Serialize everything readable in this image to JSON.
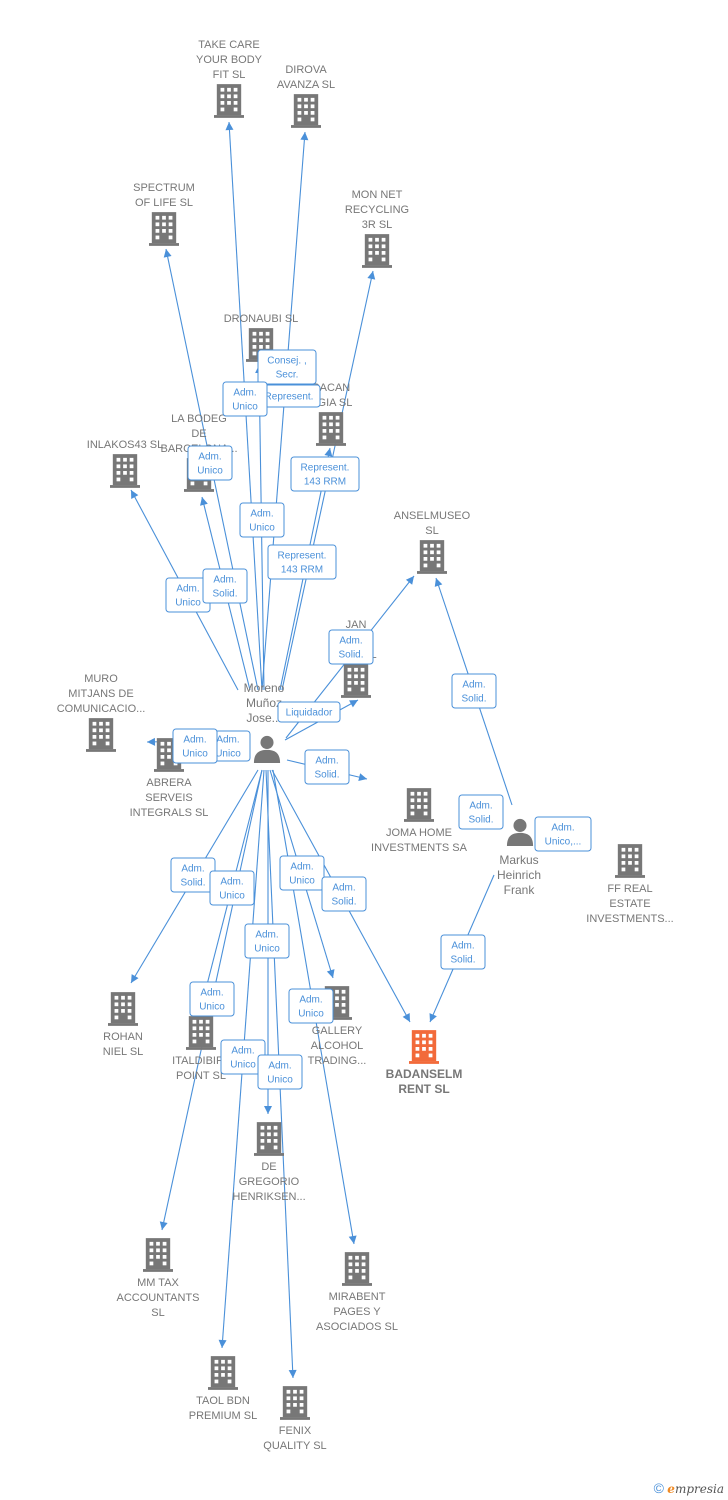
{
  "colors": {
    "edge": "#4a90d9",
    "node": "#777777",
    "focus": "#f26a3a"
  },
  "brand": {
    "copyright": "©",
    "logo_initial": "e",
    "logo_rest": "mpresia"
  },
  "people": [
    {
      "id": "moreno",
      "lines": [
        "Moreno",
        "Muñoz",
        "Jose..."
      ]
    },
    {
      "id": "markus",
      "lines": [
        "Markus",
        "Heinrich",
        "Frank"
      ]
    }
  ],
  "companies": [
    {
      "id": "takecare",
      "lines": [
        "TAKE CARE",
        "YOUR BODY",
        "FIT  SL"
      ]
    },
    {
      "id": "dirova",
      "lines": [
        "DIROVA",
        "AVANZA  SL"
      ]
    },
    {
      "id": "spectrum",
      "lines": [
        "SPECTRUM",
        "OF LIFE  SL"
      ]
    },
    {
      "id": "monnet",
      "lines": [
        "MON NET",
        "RECYCLING",
        "3R  SL"
      ]
    },
    {
      "id": "dronaubi",
      "lines": [
        "DRONAUBI  SL"
      ]
    },
    {
      "id": "racan",
      "lines": [
        "RACAN",
        "RGIA SL"
      ]
    },
    {
      "id": "bodega",
      "lines": [
        "LA BODEG",
        "DE",
        "BARCELONA..."
      ]
    },
    {
      "id": "inlakos",
      "lines": [
        "INLAKOS43  SL"
      ]
    },
    {
      "id": "anselmuseo",
      "lines": [
        "ANSELMUSEO",
        "SL"
      ]
    },
    {
      "id": "jan",
      "lines": [
        "JAN",
        "H      EN",
        "AR        T  SL"
      ]
    },
    {
      "id": "muro",
      "lines": [
        "MURO",
        "MITJANS DE",
        "COMUNICACIO..."
      ]
    },
    {
      "id": "abrera",
      "lines": [
        "ABRERA",
        "SERVEIS",
        "INTEGRALS  SL"
      ]
    },
    {
      "id": "joma",
      "lines": [
        "JOMA HOME",
        "INVESTMENTS SA"
      ]
    },
    {
      "id": "ffreal",
      "lines": [
        "FF REAL",
        "ESTATE",
        "INVESTMENTS..."
      ]
    },
    {
      "id": "rohan",
      "lines": [
        "ROHAN",
        "NIEL  SL"
      ]
    },
    {
      "id": "italdibipa",
      "lines": [
        "ITALDIBIPA",
        "POINT  SL"
      ]
    },
    {
      "id": "gallery",
      "lines": [
        "GALLERY",
        "ALCOHOL",
        "TRADING..."
      ]
    },
    {
      "id": "badanselm",
      "lines": [
        "BADANSELM",
        "RENT  SL"
      ],
      "focus": true
    },
    {
      "id": "degregorio",
      "lines": [
        "DE",
        "GREGORIO",
        "HENRIKSEN..."
      ]
    },
    {
      "id": "mmtax",
      "lines": [
        "MM TAX",
        "ACCOUNTANTS",
        "SL"
      ]
    },
    {
      "id": "mirabent",
      "lines": [
        "MIRABENT",
        "PAGES Y",
        "ASOCIADOS SL"
      ]
    },
    {
      "id": "taol",
      "lines": [
        "TAOL BDN",
        "PREMIUM  SL"
      ]
    },
    {
      "id": "fenix",
      "lines": [
        "FENIX",
        "QUALITY  SL"
      ]
    }
  ],
  "roles": [
    {
      "id": "r_consej",
      "lines": [
        "Consej. ,",
        "Secr."
      ]
    },
    {
      "id": "r_repr1",
      "lines": [
        "Represent."
      ]
    },
    {
      "id": "r_adm_dron",
      "lines": [
        "Adm.",
        "Unico"
      ]
    },
    {
      "id": "r_adm_bod",
      "lines": [
        "Adm.",
        "Unico"
      ]
    },
    {
      "id": "r_repr_rac",
      "lines": [
        "Represent.",
        "143 RRM"
      ]
    },
    {
      "id": "r_adm_mid",
      "lines": [
        "Adm.",
        "Unico"
      ]
    },
    {
      "id": "r_repr_mon",
      "lines": [
        "Represent.",
        "143 RRM"
      ]
    },
    {
      "id": "r_adm_inl",
      "lines": [
        "Adm.",
        "Unico"
      ]
    },
    {
      "id": "r_sol_bod",
      "lines": [
        "Adm.",
        "Solid."
      ]
    },
    {
      "id": "r_sol_jan",
      "lines": [
        "Adm.",
        "Solid."
      ]
    },
    {
      "id": "r_liq",
      "lines": [
        "Liquidador"
      ]
    },
    {
      "id": "r_adm_abr2",
      "lines": [
        "Adm.",
        "Unico"
      ]
    },
    {
      "id": "r_adm_abr",
      "lines": [
        "Adm.",
        "Unico"
      ]
    },
    {
      "id": "r_sol_joma",
      "lines": [
        "Adm.",
        "Solid."
      ]
    },
    {
      "id": "r_sol_ans",
      "lines": [
        "Adm.",
        "Solid."
      ]
    },
    {
      "id": "r_sol_mk",
      "lines": [
        "Adm.",
        "Solid."
      ]
    },
    {
      "id": "r_unico_ff",
      "lines": [
        "Adm.",
        "Unico,..."
      ]
    },
    {
      "id": "r_sol_roh",
      "lines": [
        "Adm.",
        "Solid."
      ]
    },
    {
      "id": "r_adm_ital",
      "lines": [
        "Adm.",
        "Unico"
      ]
    },
    {
      "id": "r_adm_gal",
      "lines": [
        "Adm.",
        "Unico"
      ]
    },
    {
      "id": "r_sol_bad",
      "lines": [
        "Adm.",
        "Solid."
      ]
    },
    {
      "id": "r_adm_deg",
      "lines": [
        "Adm.",
        "Unico"
      ]
    },
    {
      "id": "r_adm_mm",
      "lines": [
        "Adm.",
        "Unico"
      ]
    },
    {
      "id": "r_adm_mir",
      "lines": [
        "Adm.",
        "Unico"
      ]
    },
    {
      "id": "r_sol_bad2",
      "lines": [
        "Adm.",
        "Solid."
      ]
    },
    {
      "id": "r_adm_taol",
      "lines": [
        "Adm.",
        "Unico"
      ]
    },
    {
      "id": "r_adm_fen",
      "lines": [
        "Adm.",
        "Unico"
      ]
    }
  ]
}
